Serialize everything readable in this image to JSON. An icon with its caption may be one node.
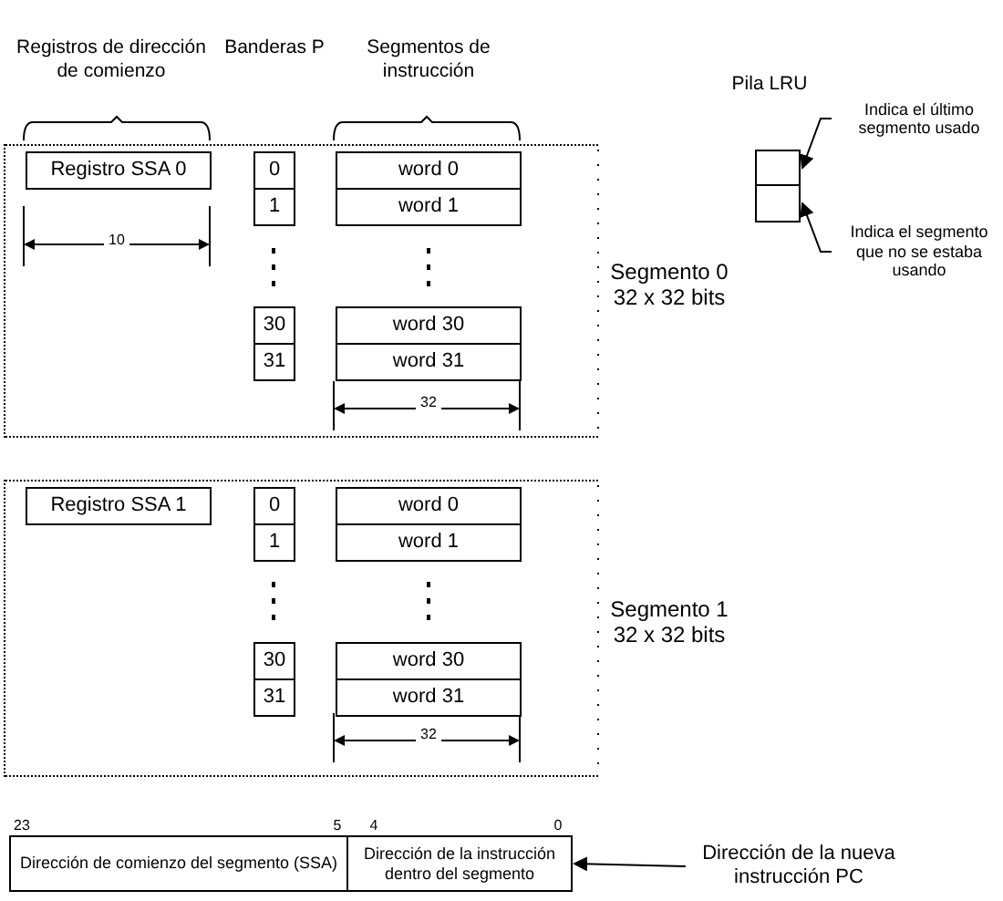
{
  "diagram": {
    "nodes": [
      {
        "text": [],
        "shape": "box",
        "beside": [
          "Segmento 0 32 x 32 bits"
        ]
      },
      {
        "text": [
          "Registro SSA 0"
        ],
        "in": 0
      },
      {
        "text": [
          "0"
        ],
        "in": 0
      },
      {
        "text": [
          "1"
        ],
        "in": 0
      },
      {
        "text": [
          "30"
        ],
        "in": 0
      },
      {
        "text": [
          "31"
        ],
        "in": 0
      },
      {
        "text": [
          "word 0"
        ],
        "in": 0
      },
      {
        "text": [
          "word 1"
        ],
        "in": 0
      },
      {
        "text": [
          "word 30"
        ],
        "in": 0
      },
      {
        "text": [
          "word 31"
        ],
        "in": 0
      },
      {
        "text": [],
        "shape": "box",
        "beside": [
          "Segmento 1 32 x 32 bits"
        ]
      },
      {
        "text": [
          "Registro SSA 1"
        ],
        "in": 10
      },
      {
        "text": [
          "0"
        ],
        "in": 10
      },
      {
        "text": [
          "1"
        ],
        "in": 10
      },
      {
        "text": [
          "30"
        ],
        "in": 10
      },
      {
        "text": [
          "31"
        ],
        "in": 10
      },
      {
        "text": [
          "word 0"
        ],
        "in": 10
      },
      {
        "text": [
          "word 1"
        ],
        "in": 10
      },
      {
        "text": [
          "word 30"
        ],
        "in": 10
      },
      {
        "text": [
          "word 31"
        ],
        "in": 10
      },
      {
        "text": [],
        "shape": "box"
      },
      {
        "text": [],
        "shape": "box"
      },
      {
        "text": [
          "Indica el último segmento usado"
        ]
      },
      {
        "text": [
          "Indica el segmento que no se estaba usando"
        ]
      },
      {
        "text": [
          "Dirección de comienzo del segmento (SSA)"
        ]
      },
      {
        "text": [
          "Dirección de la instrucción dentro del segmento"
        ]
      },
      {
        "text": [
          "Dirección de la nueva instrucción PC"
        ]
      }
    ],
    "edges": [
      {
        "from": 22,
        "to": 20,
        "arrow": "to"
      },
      {
        "from": 23,
        "to": 21,
        "arrow": "to"
      },
      {
        "from": 26,
        "to": 25,
        "arrow": "to"
      }
    ],
    "labels": [
      "Registros de dirección de comienzo",
      "Banderas P",
      "Segmentos de instrucción",
      "Pila LRU",
      "10",
      "32",
      "32",
      "23",
      "5",
      "4",
      "0"
    ]
  }
}
